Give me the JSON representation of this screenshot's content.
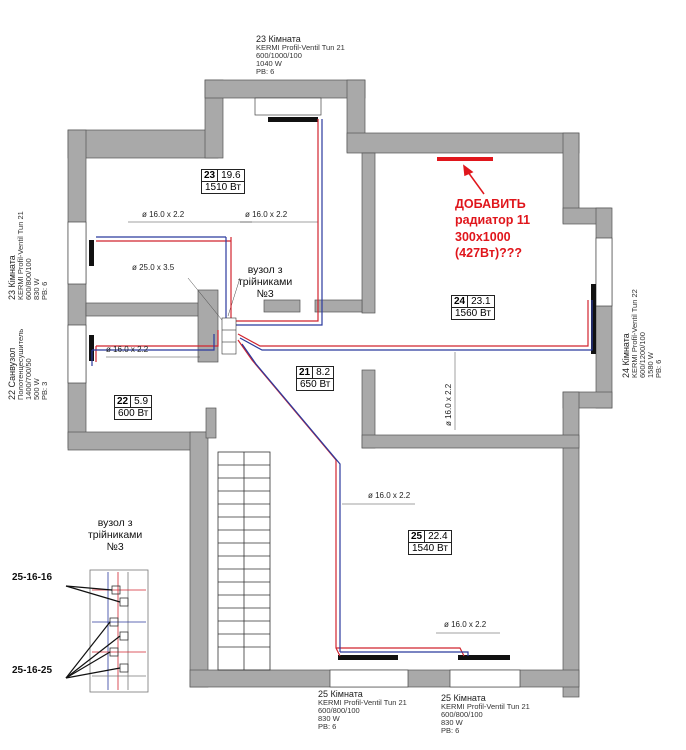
{
  "colors": {
    "wall": "#a9a9a9",
    "supply": "#d1242f",
    "return": "#2b3a9e",
    "note": "#e0161c"
  },
  "radiators": {
    "r23_top": {
      "title": "23 Кімната",
      "model": "KERMI Profil-Ventil Tun 21",
      "size": "600/1000/100",
      "power": "1040 W",
      "pv": "PB: 6"
    },
    "r23_left": {
      "title": "23 Кімната",
      "model": "KERMI Profil-Ventil Tun 21",
      "size": "600/800/100",
      "power": "830 W",
      "pv": "PB: 6"
    },
    "r22_left": {
      "title": "22 Санвузол",
      "model": "Полотенцесушитель",
      "size": "1400/700/50",
      "power": "500 W",
      "pv": "PB: 3"
    },
    "r24_right": {
      "title": "24 Кімната",
      "model": "KERMI Profil-Ventil Tun 22",
      "size": "600/1200/100",
      "power": "1580 W",
      "pv": "PB: 6"
    },
    "r25_a": {
      "title": "25 Кімната",
      "model": "KERMI Profil-Ventil Tun 21",
      "size": "600/800/100",
      "power": "830 W",
      "pv": "PB: 6"
    },
    "r25_b": {
      "title": "25 Кімната",
      "model": "KERMI Profil-Ventil Tun 21",
      "size": "600/800/100",
      "power": "830 W",
      "pv": "PB: 6"
    }
  },
  "rooms": {
    "r23": {
      "num": "23",
      "area": "19.6",
      "power": "1510 Вт"
    },
    "r24": {
      "num": "24",
      "area": "23.1",
      "power": "1560 Вт"
    },
    "r21": {
      "num": "21",
      "area": "8.2",
      "power": "650 Вт"
    },
    "r22": {
      "num": "22",
      "area": "5.9",
      "power": "600 Вт"
    },
    "r25": {
      "num": "25",
      "area": "22.4",
      "power": "1540 Вт"
    }
  },
  "pipes": {
    "p1": "ø 16.0 x 2.2",
    "p2": "ø 16.0 x 2.2",
    "p3": "ø 25.0 x 3.5",
    "p4": "ø 16.0 x 2.2",
    "p5": "ø 16.0 x 2.2",
    "p6": "ø 16.0 x 2.2",
    "p7": "ø 16.0 x 2.2"
  },
  "node": {
    "line1": "вузол з",
    "line2": "трійниками",
    "line3": "№3"
  },
  "legend": {
    "line1": "вузол з",
    "line2": "трійниками",
    "line3": "№3",
    "code1": "25-16-16",
    "code2": "25-16-25"
  },
  "note": {
    "line1": "ДОБАВИТЬ",
    "line2": "радиатор 11",
    "line3": "300х1000",
    "line4": "(427Вт)???"
  }
}
